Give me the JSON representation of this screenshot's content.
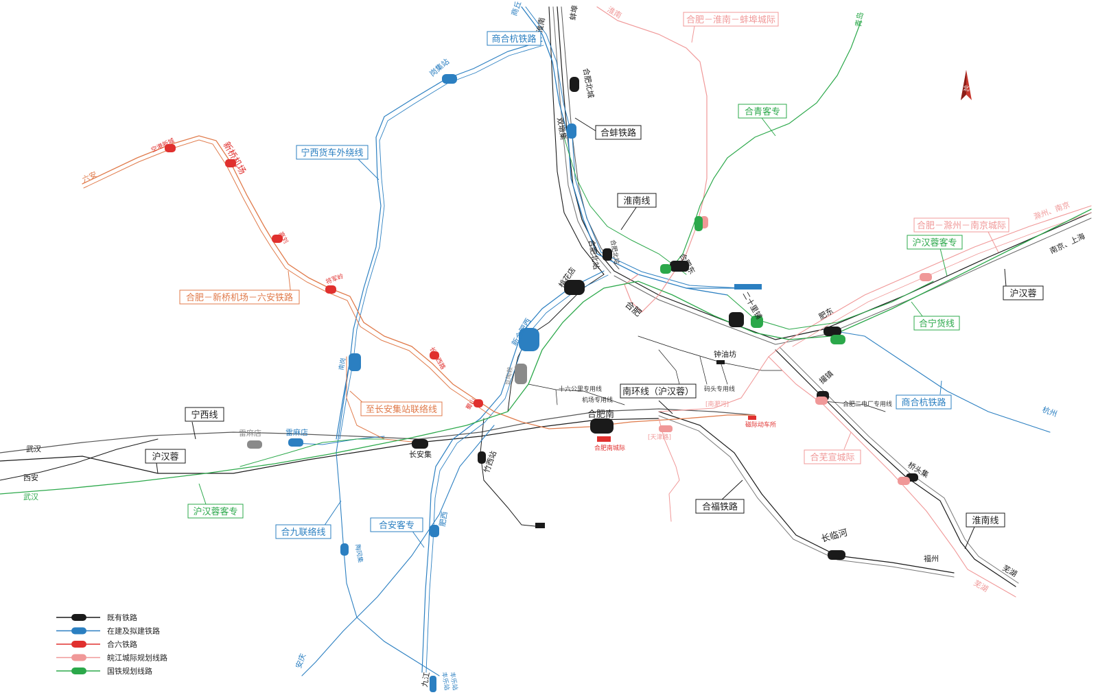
{
  "colors": {
    "existing": "#1a1a1a",
    "existing_gray": "#8a8a8a",
    "construction": "#2b7fc1",
    "helu": "#e0302e",
    "helu_line": "#e07a4a",
    "intercity": "#f09898",
    "national": "#2ba84a"
  },
  "compass": {
    "label": "北"
  },
  "lines": {
    "shanghehang": "商合杭铁路",
    "ningxi_bypass": "宁西货车外绕线",
    "hebeng": "合蚌铁路",
    "huainan1": "淮南线",
    "huainan2": "淮南线",
    "heqing": "合青客专",
    "hhb_intercity": "合肥－淮南－蚌埠城际",
    "hcn_intercity": "合肥－滁州－南京城际",
    "huhanrong_pdl1": "沪汉蓉客专",
    "huhanrong_pdl2": "沪汉蓉客专",
    "huhanrong1": "沪汉蓉",
    "huhanrong2": "沪汉蓉",
    "hening_freight": "合宁货线",
    "shanghehang2": "商合杭铁路",
    "helu_rail": "合肥－新桥机场－六安铁路",
    "to_changanji": "至长安集站联络线",
    "ningxi": "宁西线",
    "nanhuan": "南环线（沪汉蓉）",
    "hejiu": "合九联络线",
    "hean": "合安客专",
    "hefu": "合福铁路",
    "hewuxuan": "合芜宣城际"
  },
  "stations": {
    "shangqiu": "商丘",
    "huainan_top": "淮南",
    "bengbu_top": "蚌埠",
    "huainan_pink": "淮南",
    "qingdao": "青岛",
    "hefei_north_city": "合肥北城",
    "shuangdunji": "双墩集",
    "gangji": "岗集站",
    "konggang": "空港新城",
    "xinqiao": "新桥机场",
    "liuan": "六安",
    "shuanghe": "高刘",
    "jiangjunling": "将军岭",
    "heifei_north": "合肥北站",
    "hefei_east_top": "合肥东",
    "taohuadian": "桃花店",
    "hefei": "合肥",
    "ershilipu": "二十里铺",
    "xinhefeixi": "新合肥西",
    "nangang": "南岗",
    "fengshan": "蜀山",
    "changjiangxilu": "长江西路",
    "xianfeng": "显陶赖",
    "zhongyoufang": "钟油坊",
    "feidong": "肥东",
    "chuzhou_nanjing": "滁州、南京",
    "nanjing_shanghai": "南京、上海",
    "wuhan1": "武汉",
    "xian": "西安",
    "wuhan2": "武汉",
    "leimadian_gray": "雷麻店",
    "leimadian_blue": "雷麻店",
    "changanji": "长安集",
    "hefei_south": "合肥南",
    "hefei_south_intercity": "合肥南城际",
    "zhuxi": "竹西站",
    "tianjinlu": "[天津路]",
    "nanfeihe": "[南淝河]",
    "dongdong": "磁际动车所",
    "yaozhen": "撮镇",
    "qiaotouji": "桥头集",
    "changlinhe": "长临河",
    "fuzhou": "福州",
    "wuhu": "芜湖",
    "wuhu_pink": "芜湖",
    "hangzhou": "杭州",
    "feixi": "肥西",
    "taoguangji": "陶冈集",
    "anqing": "安庆",
    "jiujiang": "九江",
    "fengle": "丰乐站",
    "fengle2": "丰乐站"
  },
  "small_labels": {
    "shiliulu": "十六公里专用线",
    "jichang": "机场专用线",
    "matou": "码头专用线",
    "hefei_ersu": "合肥二电厂专用线",
    "hefei_north_small": "合肥北站"
  },
  "legend": [
    {
      "key": "existing",
      "label": "既有铁路",
      "color": "#1a1a1a"
    },
    {
      "key": "construction",
      "label": "在建及拟建铁路",
      "color": "#2b7fc1"
    },
    {
      "key": "helu",
      "label": "合六铁路",
      "color": "#e0302e"
    },
    {
      "key": "intercity",
      "label": "皖江城际规划线路",
      "color": "#f09898"
    },
    {
      "key": "national",
      "label": "国铁规划线路",
      "color": "#2ba84a"
    }
  ]
}
